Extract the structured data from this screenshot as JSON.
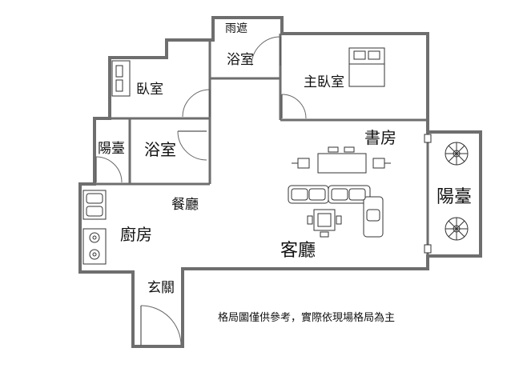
{
  "rooms": {
    "canopy": "雨遮",
    "bath_upper": "浴室",
    "master_bedroom": "主臥室",
    "bedroom": "臥室",
    "balcony_left": "陽臺",
    "bath_lower": "浴室",
    "study": "書房",
    "dining": "餐廳",
    "kitchen": "廚房",
    "balcony_right": "陽臺",
    "living_room": "客廳",
    "entrance": "玄關"
  },
  "note": "格局圖僅供參考，實際依現場格局為主",
  "colors": {
    "wall": "#6e6e6e",
    "line": "#333333"
  }
}
